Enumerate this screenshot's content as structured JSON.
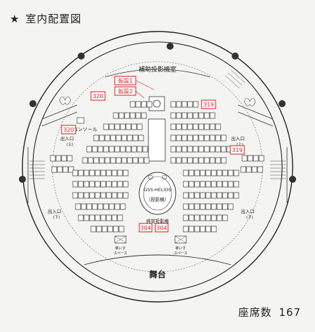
{
  "title": "室内配置図",
  "title_marker": "★",
  "seat_count_label": "座席数",
  "seat_count_value": "167",
  "labels": {
    "aux_room": "補助投影機室",
    "projector": "GSS-HELIOS",
    "projector_sub": "（投影機）",
    "sensor_projector": "感覚投影機",
    "console": "コンソール",
    "stage": "舞台",
    "entrance": "出入口",
    "wheelchair_space": "車いす\nスペース"
  },
  "red_labels": {
    "kasetsu1": "仮設1",
    "kasetsu2": "仮設2",
    "r320a": "320",
    "r320b": "320",
    "r319a": "319",
    "r319b": "319",
    "r304a": "304",
    "r304b": "304"
  },
  "colors": {
    "red_accent": "#d41a1a",
    "stage_red": "#b01818"
  }
}
